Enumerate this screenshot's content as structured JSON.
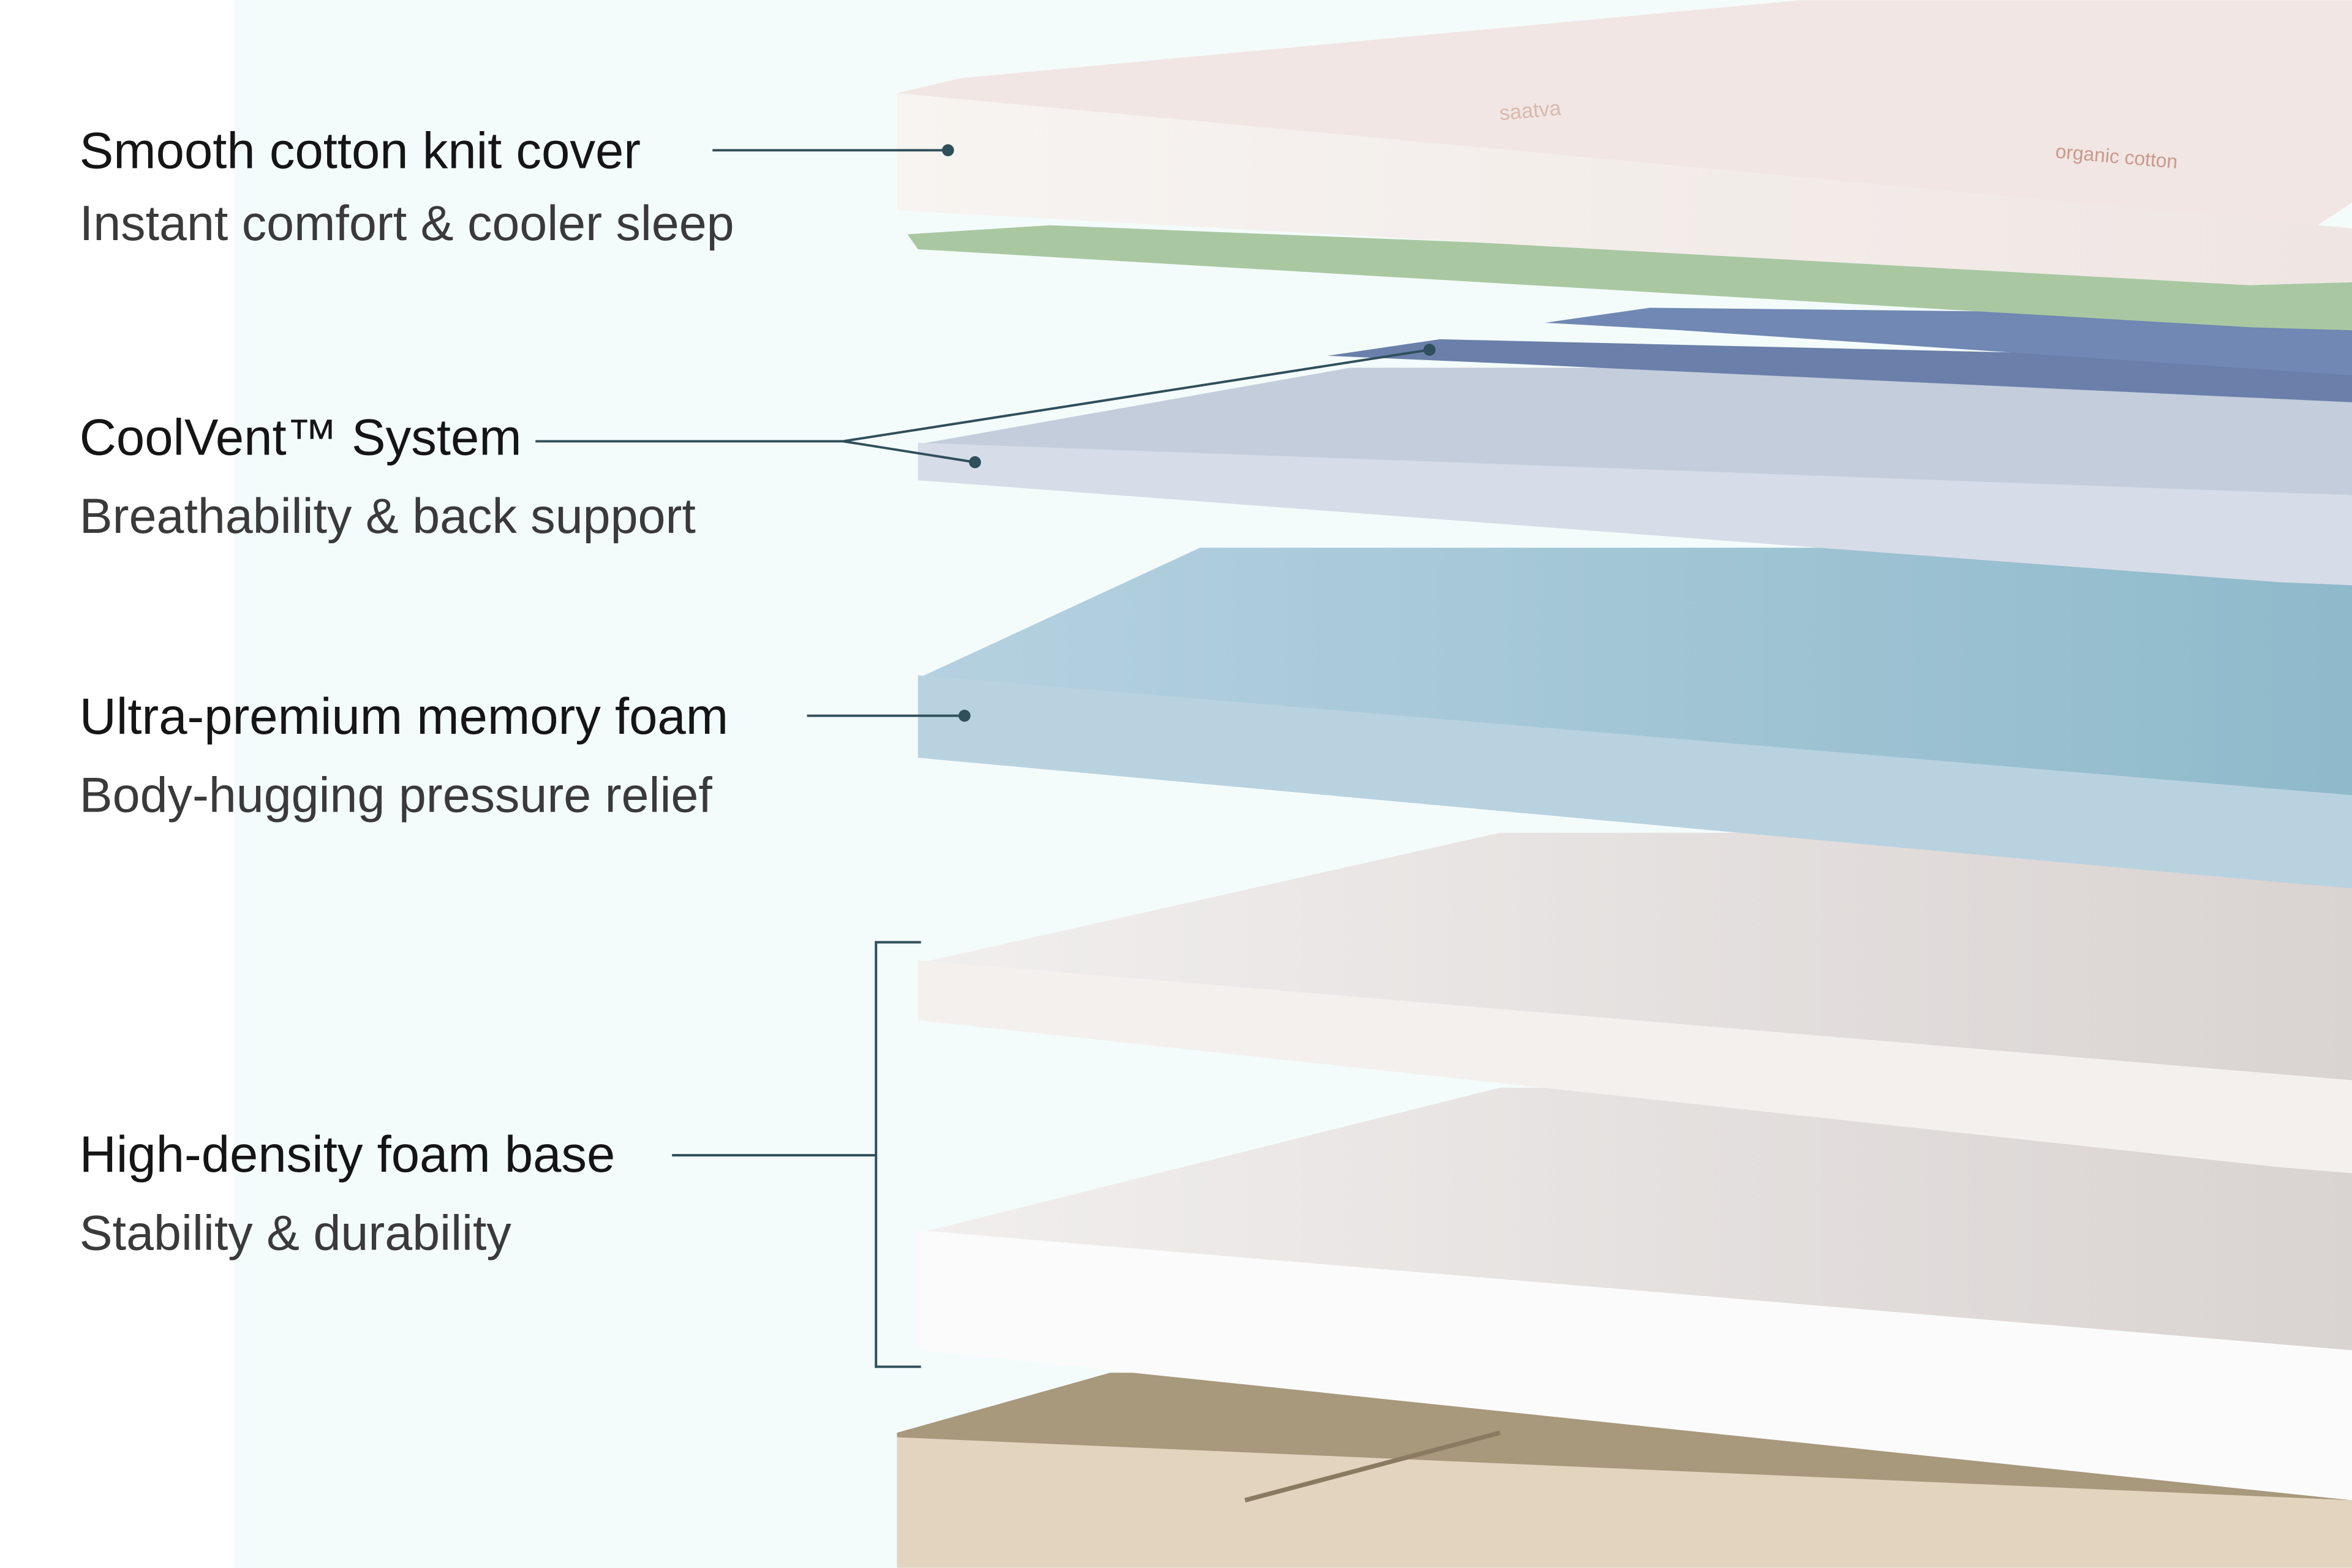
{
  "colors": {
    "leader_line": "#2f4f5a",
    "background": "#f4fbfb",
    "cover": "#f6f0ee",
    "green_layer": "#a9c8a2",
    "coolvent_sheet": "#6f86b0",
    "coolvent_foam": "#cdd6e2",
    "memory_foam": "#aecbdb",
    "base_foam": "#ece9e7",
    "base_tan": "#a8987c"
  },
  "logo_text": [
    "saatva",
    "organic cotton"
  ],
  "callouts": [
    {
      "title": "Smooth cotton knit cover",
      "subtitle": "Instant comfort & cooler sleep"
    },
    {
      "title": "CoolVent™ System",
      "subtitle": "Breathability & back support"
    },
    {
      "title": "Ultra-premium memory foam",
      "subtitle": "Body-hugging pressure relief"
    },
    {
      "title": "High-density foam base",
      "subtitle": "Stability & durability"
    }
  ]
}
